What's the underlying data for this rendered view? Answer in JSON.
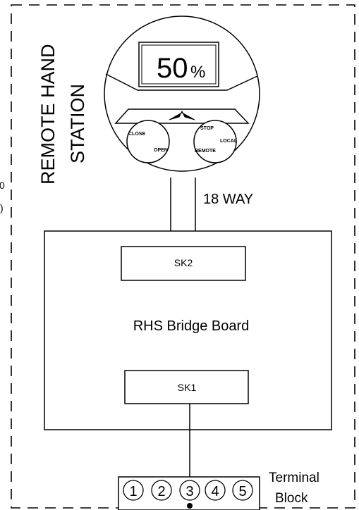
{
  "station": {
    "title_line1": "REMOTE HAND",
    "title_line2": "STATION",
    "display_value": "50",
    "display_unit": "%",
    "left_knob": {
      "label_close": "CLOSE",
      "label_open": "OPEN"
    },
    "right_knob": {
      "label_stop": "STOP",
      "label_local": "LOCAL",
      "label_remote": "REMOTE"
    }
  },
  "cable": {
    "label": "18 WAY"
  },
  "board": {
    "label": "RHS Bridge Board",
    "sk2_label": "SK2",
    "sk1_label": "SK1"
  },
  "terminal_block": {
    "label_line1": "Terminal",
    "label_line2": "Block",
    "terminals": [
      "1",
      "2",
      "3",
      "4",
      "5"
    ]
  },
  "edge_fragments": [
    "0",
    ")"
  ]
}
